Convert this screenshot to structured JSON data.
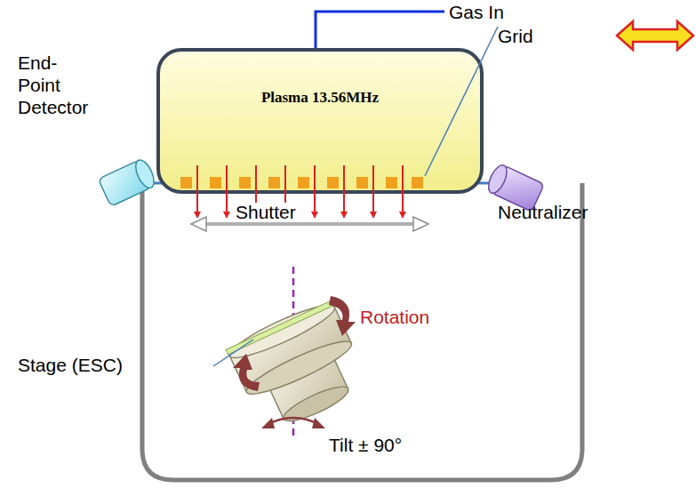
{
  "diagram": {
    "nodes": [
      {
        "text": [
          "Plasma 13.56MHz"
        ]
      }
    ],
    "labels": [
      "Gas In",
      "Grid",
      "End- Point Detector",
      "Shutter",
      "Neutralizer",
      "Stage (ESC)",
      "Rotation",
      "Tilt ± 90°"
    ]
  }
}
